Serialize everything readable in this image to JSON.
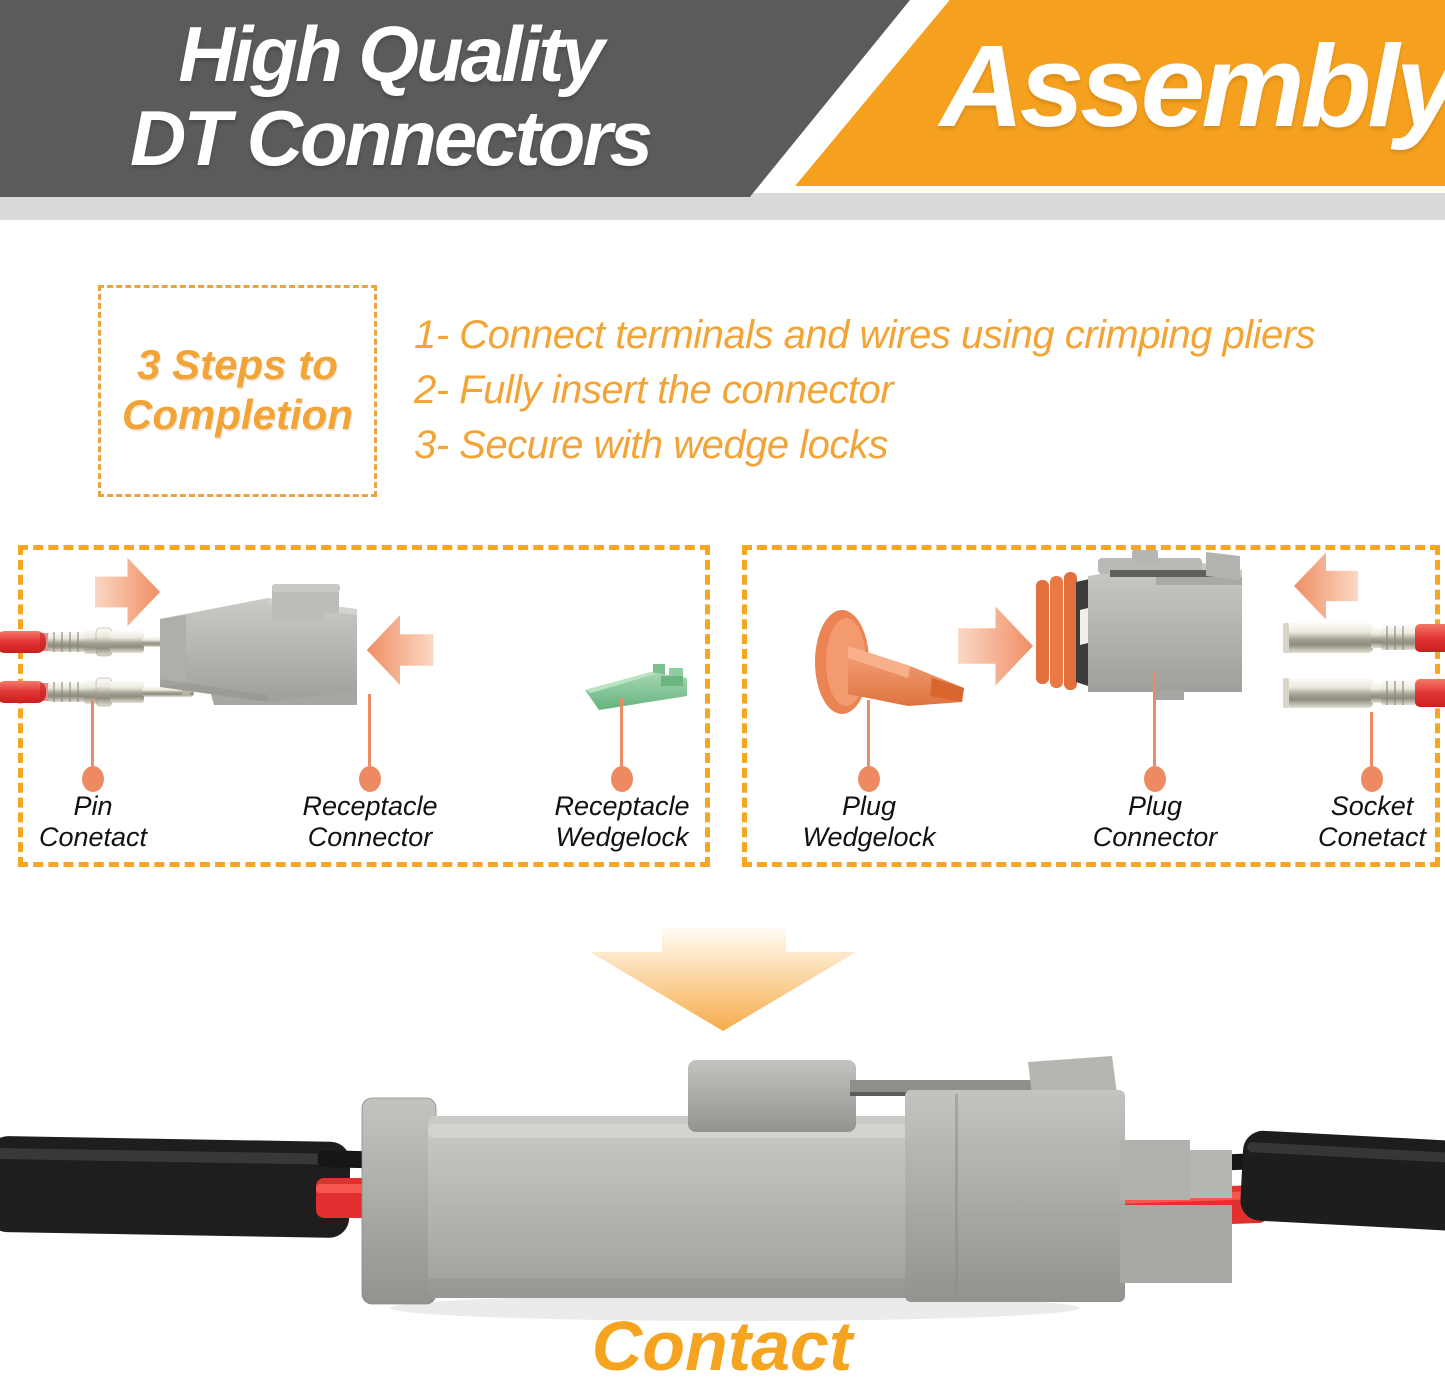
{
  "header": {
    "left_banner": {
      "line1": "High Quality",
      "line2": "DT Connectors",
      "bg_color": "#5b5b5b",
      "text_color": "#ffffff"
    },
    "right_banner": {
      "label": "Assembly",
      "bg_color": "#f5a01e",
      "text_color": "#ffffff"
    },
    "shadow_color": "#d9d9d9"
  },
  "steps_section": {
    "box": {
      "line1": "3 Steps to",
      "line2": "Completion"
    },
    "items": [
      "1- Connect terminals and wires using crimping pliers",
      "2- Fully insert the connector",
      "3- Secure with wedge locks"
    ],
    "text_color": "#f2a436",
    "border_color": "#e9a43d"
  },
  "left_panel": {
    "border_color": "#f5a623",
    "parts": [
      {
        "name": "pin-contact",
        "label_line1": "Pin",
        "label_line2": "Conetact"
      },
      {
        "name": "receptacle-connector",
        "label_line1": "Receptacle",
        "label_line2": "Connector"
      },
      {
        "name": "receptacle-wedgelock",
        "label_line1": "Receptacle",
        "label_line2": "Wedgelock"
      }
    ]
  },
  "right_panel": {
    "border_color": "#f5a623",
    "parts": [
      {
        "name": "plug-wedgelock",
        "label_line1": "Plug",
        "label_line2": "Wedgelock"
      },
      {
        "name": "plug-connector",
        "label_line1": "Plug",
        "label_line2": "Connector"
      },
      {
        "name": "socket-contact",
        "label_line1": "Socket",
        "label_line2": "Conetact"
      }
    ]
  },
  "footer": {
    "caption": "Contact",
    "caption_color": "#f5a41f"
  },
  "icons": {
    "left_panel_arrows": [
      "arrow-right-icon",
      "arrow-left-icon"
    ],
    "right_panel_arrows": [
      "arrow-right-icon",
      "arrow-left-icon"
    ],
    "flow_arrow": "arrow-down-icon",
    "callout_marker": "dot-icon"
  },
  "colors": {
    "banner_gray": "#5b5b5b",
    "banner_orange": "#f5a01e",
    "banner_shadow": "#d9d9d9",
    "accent_orange": "#f2a436",
    "panel_border": "#f5a623",
    "callout_salmon": "#ee8a62",
    "wedgelock_green": "#7cc08c",
    "wedgelock_orange": "#ec8355",
    "wire_red": "#e23535",
    "connector_gray": "#b5b5b2",
    "label_black": "#111111"
  }
}
